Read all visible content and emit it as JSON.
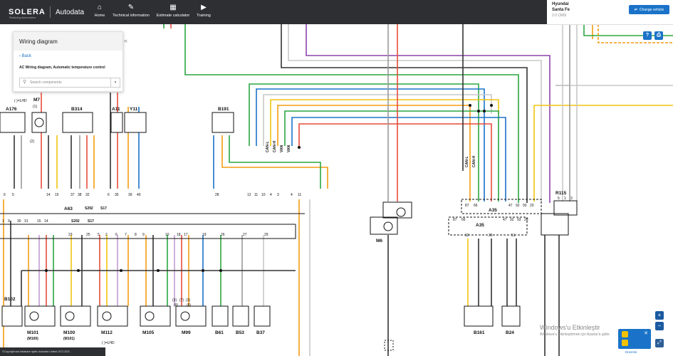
{
  "header": {
    "brand": "SOLERA",
    "brand_tagline": "Realizing Automotive",
    "app": "Autodata",
    "nav": [
      {
        "label": "Home",
        "icon": "home-icon"
      },
      {
        "label": "Technical information",
        "icon": "wrench-icon"
      },
      {
        "label": "Estimate calculator",
        "icon": "calculator-icon"
      },
      {
        "label": "Training",
        "icon": "play-icon"
      }
    ]
  },
  "vehicle": {
    "make": "Hyundai",
    "model": "Santa Fe",
    "engine": "2.0 CRDi",
    "change_label": "Change vehicle"
  },
  "panel": {
    "title": "Wiring diagram",
    "back_label": "Back",
    "diagram_title": "AC Wiring diagram, Automatic temperature control",
    "search_placeholder": "Search components"
  },
  "tools": {
    "help": "?",
    "print": "print-icon",
    "zoom_in": "+",
    "zoom_out": "−",
    "fit": "fit-icon"
  },
  "footer": {
    "copyright": "©Copyright and database rights: Autodata Limited 1972-2021.",
    "windows_title": "Windows'u Etkinleştir",
    "windows_sub": "Windows'u etkinleştirmek için Ayarlar'a gidin.",
    "feedback": "Düzenle"
  },
  "diagram": {
    "top_components": [
      "A176",
      "M7",
      "B314",
      "A11",
      "Y11",
      "B191"
    ],
    "mid_components": [
      "A63",
      "S292",
      "S17",
      "S292",
      "S17",
      "M6",
      "A35",
      "A35",
      "R115"
    ],
    "bottom_components": [
      "B102",
      "M101",
      "(M100)",
      "M100",
      "(M101)",
      "M112",
      "M105",
      "M99",
      "B61",
      "B53",
      "B37",
      "B161",
      "B24"
    ],
    "misc_labels": [
      "( )=LHD",
      "( )=LHD",
      "(1)",
      "(2)",
      "(3)",
      "(7)",
      "(3)",
      "(8)",
      "(8)"
    ],
    "can_labels": [
      "CAN-L",
      "CAN-H",
      "VAN",
      "VAN",
      "CAN-L",
      "CAN-H"
    ],
    "pin_row1": [
      "6",
      "5",
      "14",
      "15",
      "37",
      "38",
      "32",
      "6",
      "35",
      "39",
      "40",
      "28",
      "12",
      "11",
      "10",
      "4",
      "3",
      "4",
      "11"
    ],
    "pin_row2": [
      "1",
      "9",
      "30",
      "31",
      "15",
      "14",
      "23",
      "25",
      "5",
      "2",
      "6",
      "7",
      "8",
      "9",
      "10",
      "18",
      "17",
      "19",
      "26",
      "27",
      "29"
    ],
    "a35_pins_top": [
      "87",
      "66",
      "47",
      "92",
      "93",
      "20"
    ],
    "a35_pins_mid": [
      "87",
      "66",
      "47",
      "92",
      "93",
      "20"
    ],
    "a35_pins_low": [
      "32",
      "26",
      "51"
    ],
    "r115_pins": [
      "5",
      "1",
      "3"
    ]
  }
}
